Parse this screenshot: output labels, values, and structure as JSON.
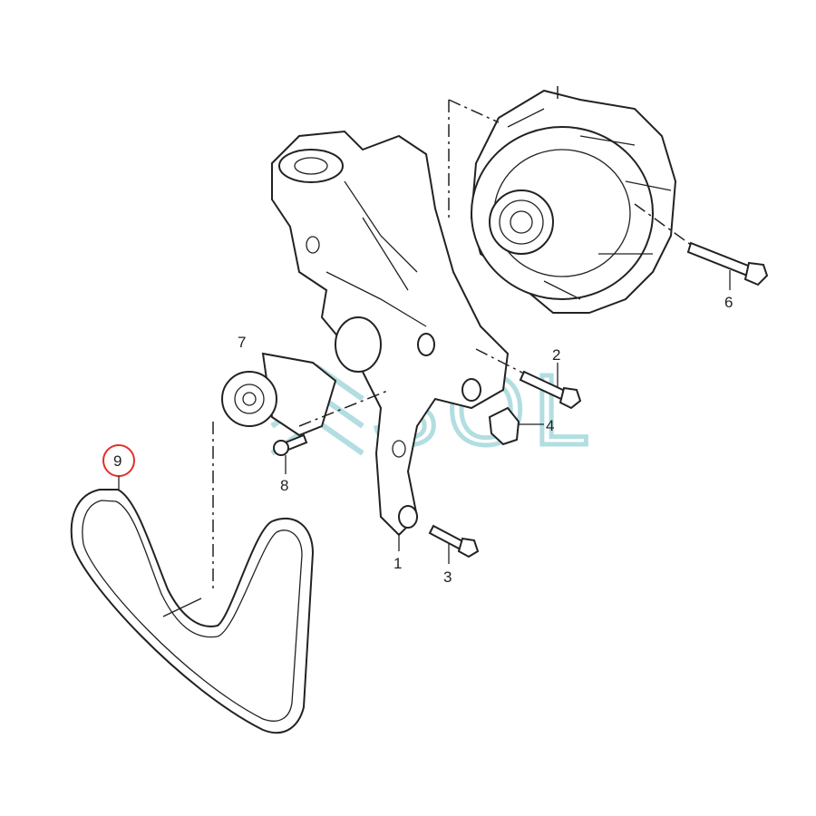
{
  "diagram": {
    "callouts": [
      {
        "id": "callout-1",
        "text": "1"
      },
      {
        "id": "callout-2",
        "text": "2"
      },
      {
        "id": "callout-3",
        "text": "3"
      },
      {
        "id": "callout-4",
        "text": "4"
      },
      {
        "id": "callout-6",
        "text": "6"
      },
      {
        "id": "callout-7",
        "text": "7"
      },
      {
        "id": "callout-8",
        "text": "8"
      },
      {
        "id": "callout-9",
        "text": "9"
      }
    ],
    "highlight_color": "#e0302a",
    "watermark": "SOL",
    "watermark_color": "#9fd6da"
  }
}
